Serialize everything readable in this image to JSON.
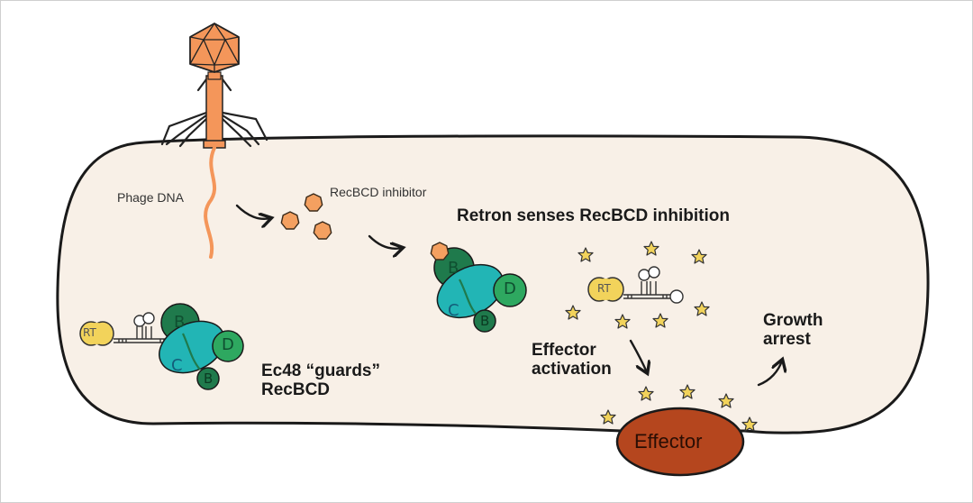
{
  "labels": {
    "phage_dna": "Phage DNA",
    "recbcd_inhibitor": "RecBCD inhibitor",
    "retron_senses": "Retron senses RecBCD inhibition",
    "guards_line1": "Ec48 “guards”",
    "guards_line2": "RecBCD",
    "effector_activation_line1": "Effector",
    "effector_activation_line2": "activation",
    "growth_arrest_line1": "Growth",
    "growth_arrest_line2": "arrest",
    "effector": "Effector",
    "rt": "RT",
    "subunit_b": "B",
    "subunit_c": "C",
    "subunit_d": "D"
  },
  "colors": {
    "cell_fill": "#f8f0e7",
    "phage_orange": "#f4965a",
    "inhibitor_orange": "#f4a060",
    "recb_dark_green": "#1f7a4c",
    "recc_teal": "#22b5b5",
    "recd_green": "#2ea860",
    "rt_yellow": "#f2d35b",
    "star_yellow": "#f2d35b",
    "effector_brown": "#b5461e"
  }
}
